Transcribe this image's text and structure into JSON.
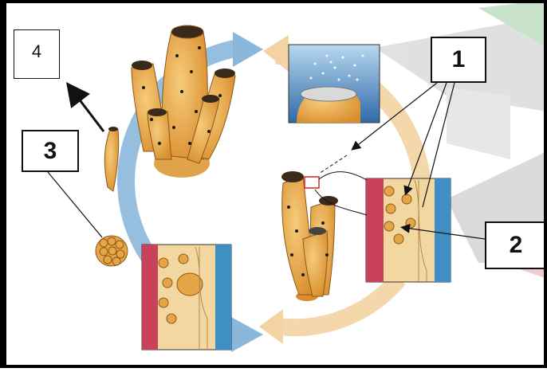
{
  "labels": {
    "box1": "1",
    "box2": "2",
    "box3": "3",
    "box4": "4"
  },
  "icons": {
    "cycle_arrows": "cycle-arrow-icon",
    "adult_sponge": "sponge-colony-icon",
    "spawning_sponge": "spawning-sponge-icon",
    "larva": "larva-icon",
    "embryo": "embryo-cluster-icon",
    "cross_section_upper": "body-wall-section-icon",
    "cross_section_lower": "body-wall-section-icon"
  },
  "colors": {
    "blue_arrow": "#8ab7dc",
    "orange_arrow": "#f3d3a2",
    "sponge_body": "#e7a646",
    "sponge_spots": "#1a1a1a",
    "water": "#3a78b5",
    "tissue_red": "#c8435a",
    "tissue_blue": "#3f8fc4"
  }
}
